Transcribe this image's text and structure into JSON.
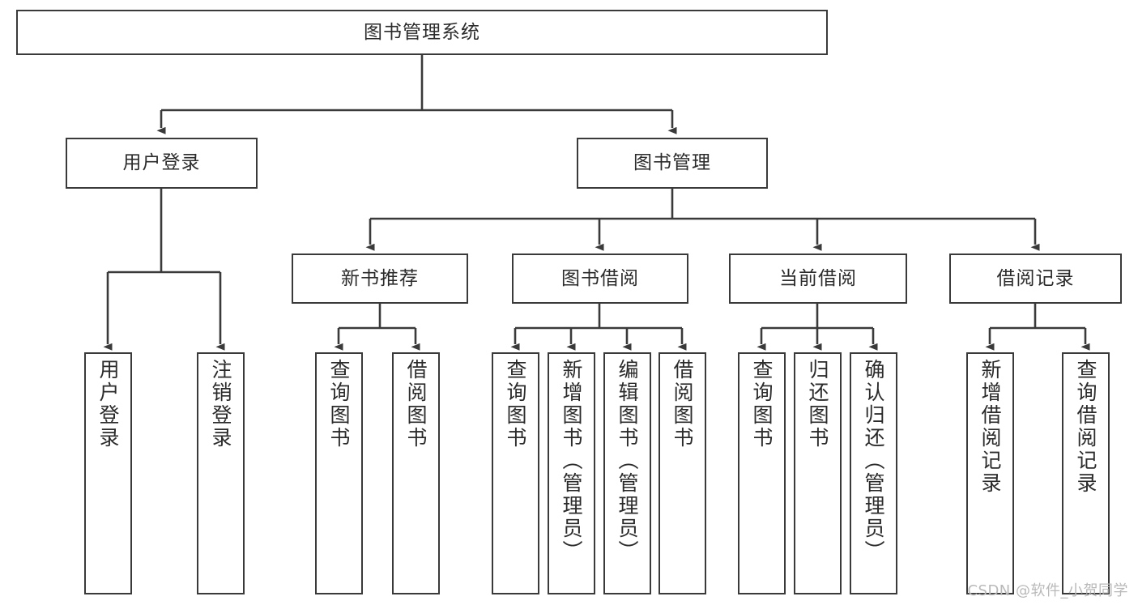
{
  "diagram": {
    "type": "tree-hierarchy-chart",
    "title": "图书管理系统",
    "background_color": "#ffffff",
    "line_color": "#3a3a3a",
    "text_color": "#2b2b2b"
  },
  "nodes": {
    "root": {
      "label": "图书管理系统"
    },
    "level1": [
      {
        "id": "user-login",
        "label": "用户登录"
      },
      {
        "id": "book-manage",
        "label": "图书管理"
      }
    ],
    "level2": [
      {
        "id": "new-book-recommend",
        "label": "新书推荐"
      },
      {
        "id": "book-borrow",
        "label": "图书借阅"
      },
      {
        "id": "current-borrow",
        "label": "当前借阅"
      },
      {
        "id": "borrow-record",
        "label": "借阅记录"
      }
    ],
    "leaves": {
      "user_login": [
        {
          "id": "leaf-user-login",
          "label": "用户登录"
        },
        {
          "id": "leaf-logout-login",
          "label": "注销登录"
        }
      ],
      "new_book_recommend": [
        {
          "id": "leaf-query-book-1",
          "label": "查询图书"
        },
        {
          "id": "leaf-borrow-book-1",
          "label": "借阅图书"
        }
      ],
      "book_borrow": [
        {
          "id": "leaf-query-book-2",
          "label": "查询图书"
        },
        {
          "id": "leaf-add-book",
          "label": "新增图书（管理员）"
        },
        {
          "id": "leaf-edit-book",
          "label": "编辑图书（管理员）"
        },
        {
          "id": "leaf-borrow-book-2",
          "label": "借阅图书"
        }
      ],
      "current_borrow": [
        {
          "id": "leaf-query-book-3",
          "label": "查询图书"
        },
        {
          "id": "leaf-return-book",
          "label": "归还图书"
        },
        {
          "id": "leaf-confirm-return",
          "label": "确认归还（管理员）"
        }
      ],
      "borrow_record": [
        {
          "id": "leaf-add-record",
          "label": "新增借阅记录"
        },
        {
          "id": "leaf-query-record",
          "label": "查询借阅记录"
        }
      ]
    }
  },
  "watermark": {
    "text": "CSDN @软件_小贺同学"
  }
}
